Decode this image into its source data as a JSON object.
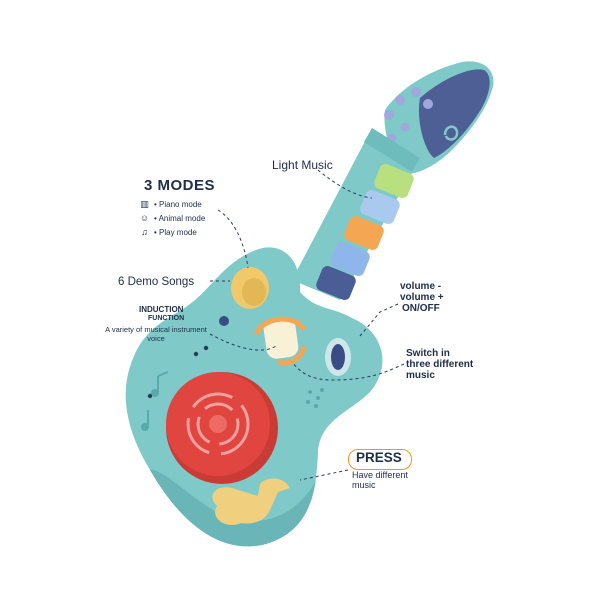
{
  "image": {
    "subject": "Toy guitar product illustration",
    "colors": {
      "body": "#7fc9c9",
      "body_dark": "#5aa9ab",
      "headstock_panel": "#4e5f96",
      "drum_red": "#e0453f",
      "drum_ring": "#f2a1a0",
      "knob_yellow": "#f1c86a",
      "note_yellow": "#f0d07f",
      "switch_navy": "#3a4c84",
      "button_green": "#b9e07e",
      "button_blue": "#a9c9ee",
      "button_orange": "#f4a652",
      "button_navy": "#4a5d96",
      "dash_line": "#2c3a56",
      "press_border": "#e79b22",
      "text": "#1e2d4a"
    }
  },
  "labels": {
    "modes_title": "3 MODES",
    "modes": [
      {
        "icon": "piano-keys-icon",
        "glyph": "▥",
        "text": "• Piano mode"
      },
      {
        "icon": "panda-animal-icon",
        "glyph": "☺",
        "text": "• Animal mode"
      },
      {
        "icon": "music-note-icon",
        "glyph": "♫",
        "text": "• Play mode"
      }
    ],
    "demo_songs": "6 Demo Songs",
    "induction_title": "INDUCTION",
    "induction_sub": "FUNCTION",
    "induction_desc": "A variety of musical instrument voice",
    "light_music": "Light Music",
    "volume_lines": [
      "volume -",
      "volume +",
      "ON/OFF"
    ],
    "switch_lines": [
      "Switch in",
      "three different",
      "music"
    ],
    "press": "PRESS",
    "have_lines": [
      "Have different",
      "music"
    ]
  }
}
